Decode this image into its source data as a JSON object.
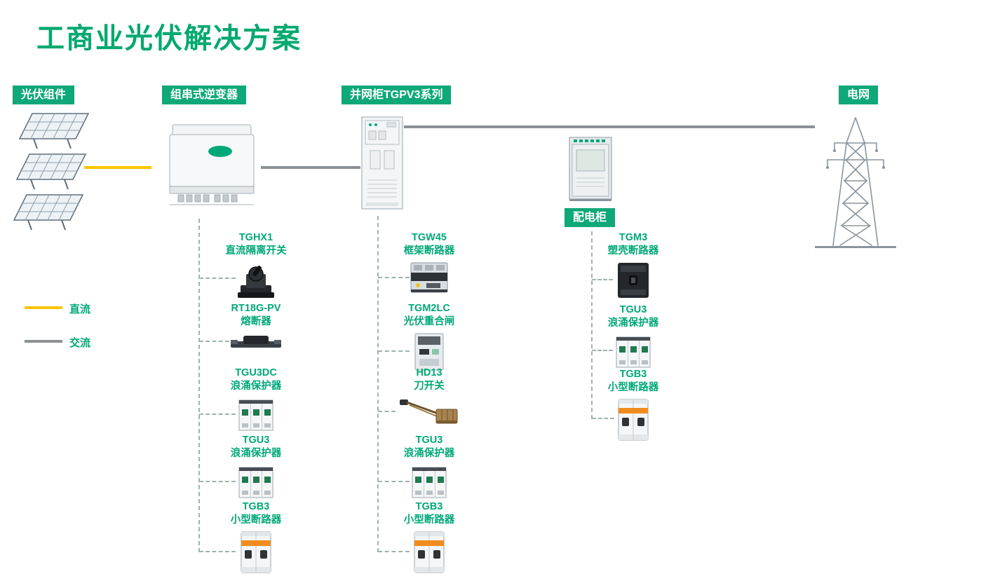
{
  "page": {
    "title": "工商业光伏解决方案"
  },
  "tags": {
    "pv_modules": "光伏组件",
    "inverter": "组串式逆变器",
    "grid_cabinet": "并网柜TGPV3系列",
    "distribution_cabinet": "配电柜",
    "grid": "电网"
  },
  "legend": {
    "dc_label": "直流",
    "ac_label": "交流"
  },
  "colors": {
    "accent_green": "#00A878",
    "dc_line_yellow": "#FFC400",
    "ac_line_gray": "#8C9196"
  },
  "columns": [
    {
      "attached_to": "组串式逆变器",
      "items": [
        {
          "model": "TGHX1",
          "name": "直流隔离开关",
          "icon": "dc-isolator-switch"
        },
        {
          "model": "RT18G-PV",
          "name": "熔断器",
          "icon": "fuse"
        },
        {
          "model": "TGU3DC",
          "name": "浪涌保护器",
          "icon": "surge-protector"
        },
        {
          "model": "TGU3",
          "name": "浪涌保护器",
          "icon": "surge-protector"
        },
        {
          "model": "TGB3",
          "name": "小型断路器",
          "icon": "miniature-circuit-breaker"
        }
      ]
    },
    {
      "attached_to": "并网柜TGPV3系列",
      "items": [
        {
          "model": "TGW45",
          "name": "框架断路器",
          "icon": "air-frame-breaker"
        },
        {
          "model": "TGM2LC",
          "name": "光伏重合闸",
          "icon": "pv-recloser"
        },
        {
          "model": "HD13",
          "name": "刀开关",
          "icon": "knife-switch"
        },
        {
          "model": "TGU3",
          "name": "浪涌保护器",
          "icon": "surge-protector"
        },
        {
          "model": "TGB3",
          "name": "小型断路器",
          "icon": "miniature-circuit-breaker"
        }
      ]
    },
    {
      "attached_to": "配电柜",
      "items": [
        {
          "model": "TGM3",
          "name": "塑壳断路器",
          "icon": "molded-case-breaker"
        },
        {
          "model": "TGU3",
          "name": "浪涌保护器",
          "icon": "surge-protector"
        },
        {
          "model": "TGB3",
          "name": "小型断路器",
          "icon": "miniature-circuit-breaker"
        }
      ]
    }
  ]
}
